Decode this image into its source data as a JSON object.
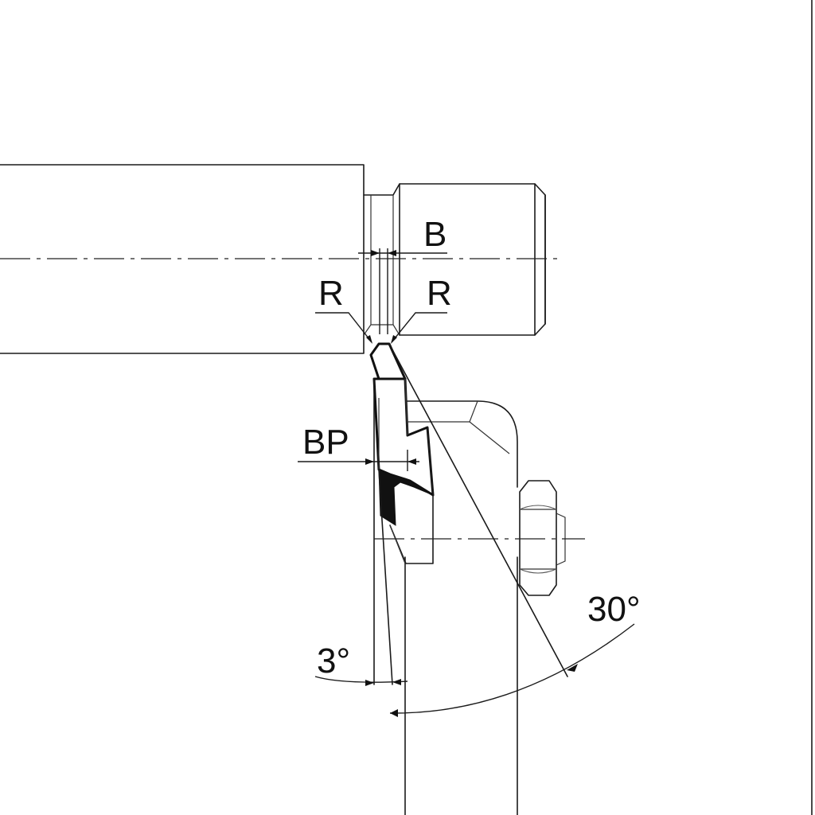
{
  "labels": {
    "b": "B",
    "r_left": "R",
    "r_right": "R",
    "bp": "BP",
    "angle_3": "3°",
    "angle_30": "30°"
  },
  "colors": {
    "line": "#1a1a1a",
    "background": "#ffffff",
    "fill_dark": "#111111"
  }
}
